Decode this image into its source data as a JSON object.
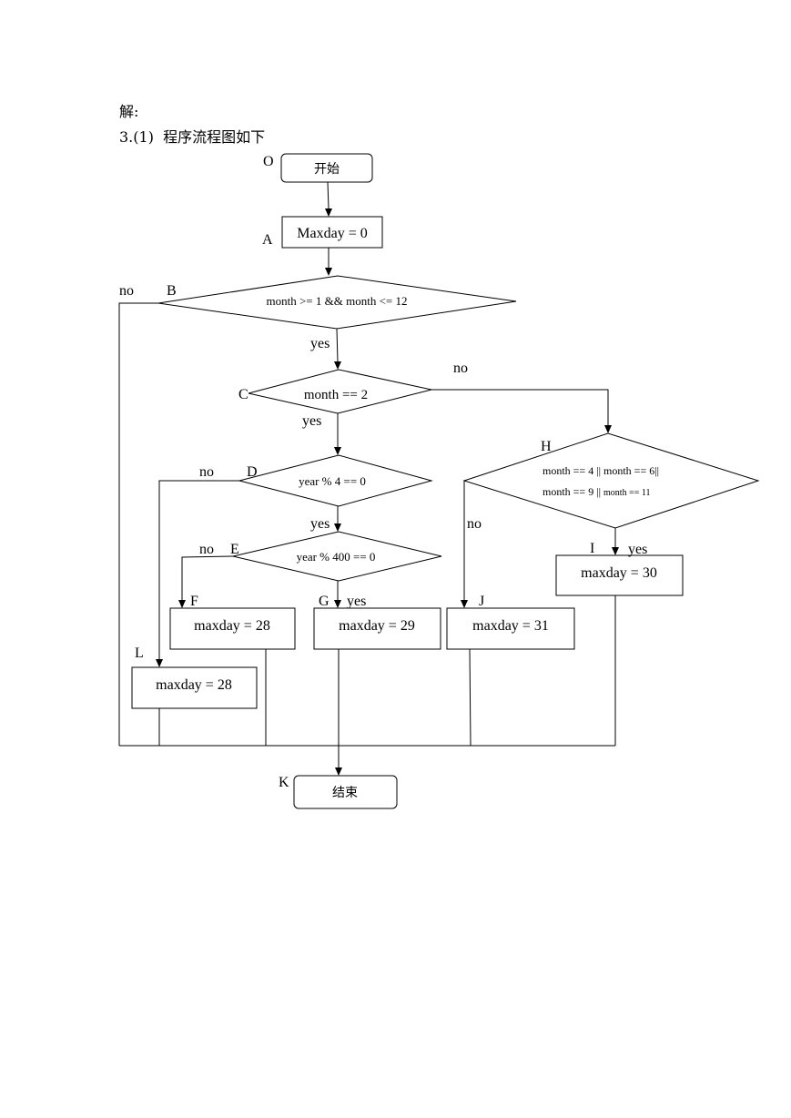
{
  "header": {
    "answer_label": "解:",
    "question_label": "3.(1)  程序流程图如下"
  },
  "nodes": {
    "O": {
      "letter": "O",
      "text": "开始"
    },
    "A": {
      "letter": "A",
      "text": "Maxday = 0"
    },
    "B": {
      "letter": "B",
      "text": "month >= 1 && month <= 12"
    },
    "C": {
      "letter": "C",
      "text": "month == 2"
    },
    "D": {
      "letter": "D",
      "text": "year % 4 == 0"
    },
    "E": {
      "letter": "E",
      "text": "year % 400 == 0"
    },
    "H": {
      "letter": "H",
      "text_line1": "month == 4 || month == 6||",
      "text_line2": "month == 9 || ",
      "text_line2_small": "month == 11"
    },
    "F": {
      "letter": "F",
      "text": "maxday = 28"
    },
    "G": {
      "letter": "G",
      "text": "maxday = 29"
    },
    "J": {
      "letter": "J",
      "text": "maxday = 31"
    },
    "I": {
      "letter": "I",
      "text": "maxday = 30"
    },
    "L": {
      "letter": "L",
      "text": "maxday = 28"
    },
    "K": {
      "letter": "K",
      "text": "结束"
    }
  },
  "edge_labels": {
    "b_no": "no",
    "b_yes": "yes",
    "c_no": "no",
    "c_yes": "yes",
    "d_no": "no",
    "d_yes": "yes",
    "e_no": "no",
    "e_yes": "yes",
    "h_no": "no",
    "h_yes": "yes"
  }
}
